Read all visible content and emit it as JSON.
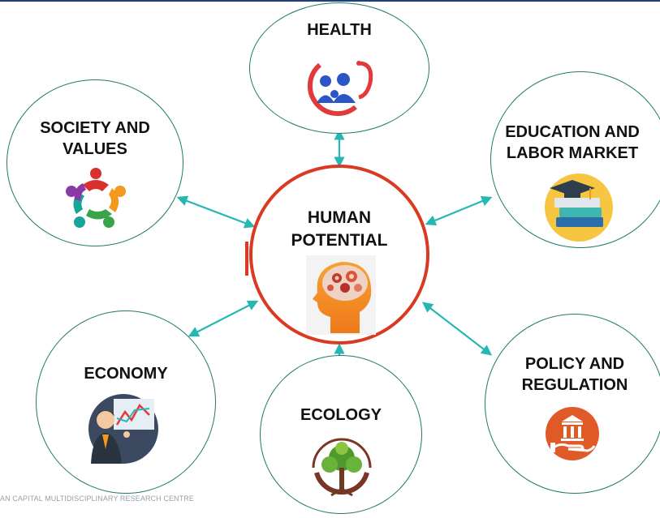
{
  "center": {
    "title": "HUMAN\nPOTENTIAL",
    "icon": "head-brain-icon"
  },
  "nodes": {
    "health": {
      "label": "HEALTH",
      "icon": "family-stethoscope-icon"
    },
    "society": {
      "label": "SOCIETY AND\nVALUES",
      "icon": "people-circle-icon"
    },
    "education": {
      "label": "EDUCATION AND\nLABOR MARKET",
      "icon": "graduation-books-icon"
    },
    "economy": {
      "label": "ECONOMY",
      "icon": "presenter-chart-icon"
    },
    "ecology": {
      "label": "ECOLOGY",
      "icon": "tree-hands-icon"
    },
    "policy": {
      "label": "POLICY AND\nREGULATION",
      "icon": "bank-hand-icon"
    }
  },
  "footer": {
    "text": "AN CAPITAL MULTIDISCIPLINARY RESEARCH CENTRE"
  },
  "colors": {
    "arrow": "#27b7b2",
    "center_ring": "#d93a21",
    "node_ring": "#1f7a6a",
    "top_rule": "#1f3f7a"
  }
}
